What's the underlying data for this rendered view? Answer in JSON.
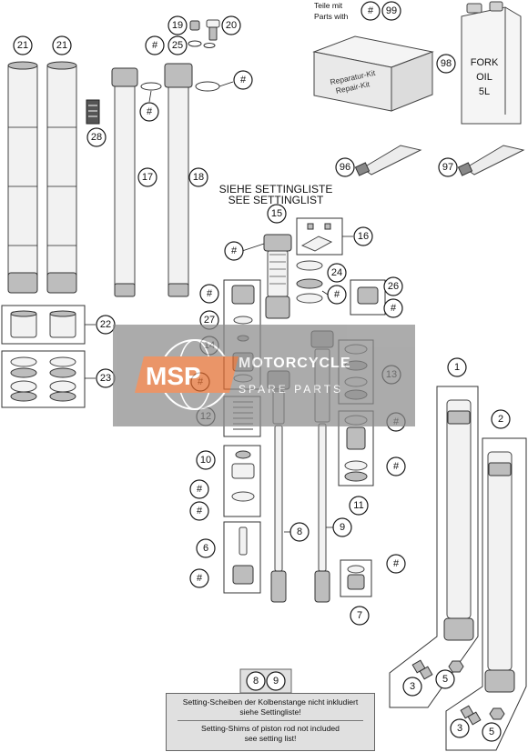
{
  "header": {
    "parts_with_label_de": "Teile mit",
    "parts_with_label_en": "Parts with",
    "parts_with_ref": "#",
    "parts_with_num": "99"
  },
  "repair_kit": {
    "line1": "Reparatur-Kit",
    "line2": "Repair-Kit"
  },
  "fork_oil": {
    "line1": "FORK",
    "line2": "OIL",
    "line3": "5L"
  },
  "setting_heading": {
    "de": "SIEHE SETTINGLISTE",
    "en": "SEE SETTINGLIST"
  },
  "callouts": {
    "c1": "1",
    "c2": "2",
    "c3": "3",
    "c3b": "3",
    "c5": "5",
    "c5b": "5",
    "c6": "6",
    "c7": "7",
    "c8": "8",
    "c9": "9",
    "c10": "10",
    "c11": "11",
    "c12": "12",
    "c13": "13",
    "c14": "14",
    "c15": "15",
    "c16": "16",
    "c17": "17",
    "c18": "18",
    "c19": "19",
    "c20": "20",
    "c21a": "21",
    "c21b": "21",
    "c22": "22",
    "c23": "23",
    "c24": "24",
    "c25": "25",
    "c26": "26",
    "c27": "27",
    "c28": "28",
    "c96": "96",
    "c97": "97",
    "c98": "98",
    "hash": "#"
  },
  "watermark": {
    "logo": "MSP",
    "line1": "MOTORCYCLE",
    "line2": "SPARE PARTS"
  },
  "note": {
    "ref_a": "8",
    "ref_b": "9",
    "de_line1": "Setting-Scheiben der Kolbenstange nicht inkludiert",
    "de_line2": "siehe Settingliste!",
    "en_line1": "Setting-Shims of piston rod not included",
    "en_line2": "see setting list!"
  },
  "colors": {
    "watermark_bg": "#8c8c8c",
    "watermark_accent": "#e36d2f",
    "note_bg": "#e0e0e0"
  }
}
